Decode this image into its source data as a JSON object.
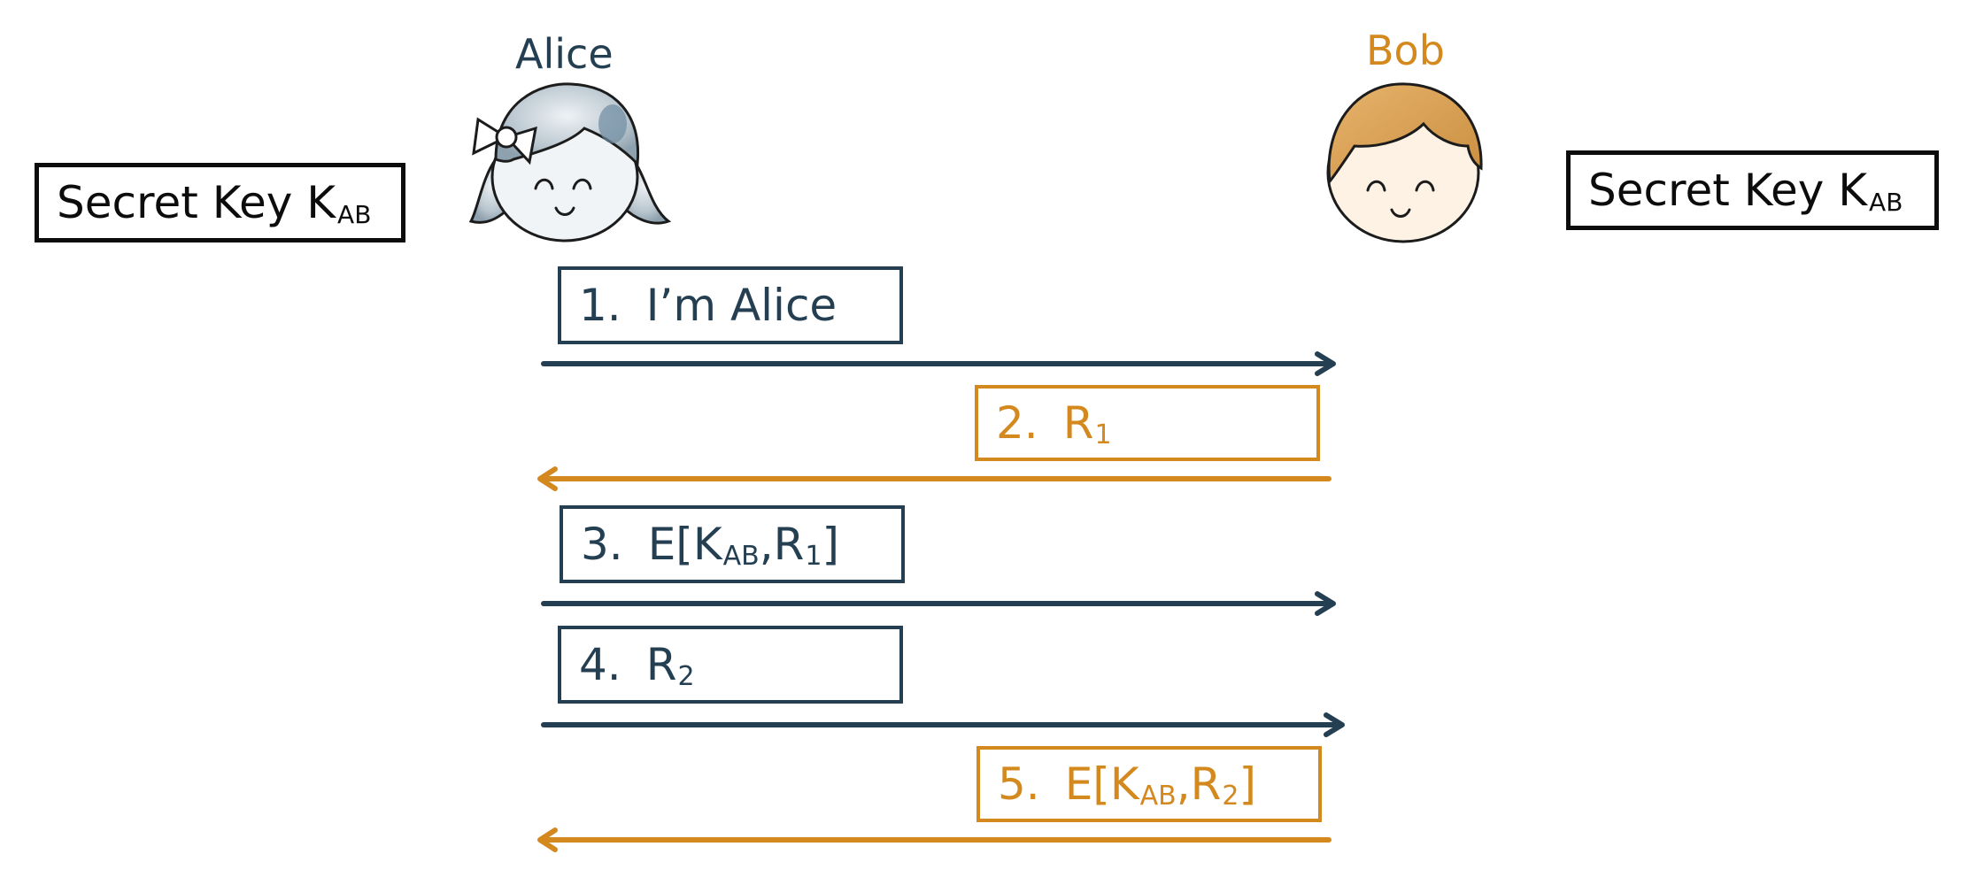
{
  "colors": {
    "alice": "#243f52",
    "bob": "#d4891f",
    "key_box_border": "#0c0c0c"
  },
  "participants": {
    "alice": {
      "name": "Alice",
      "icon": "alice-girl-face-icon"
    },
    "bob": {
      "name": "Bob",
      "icon": "bob-boy-face-icon"
    }
  },
  "shared_keys": {
    "left": {
      "text": "Secret Key K",
      "subscript": "AB"
    },
    "right": {
      "text": "Secret Key K",
      "subscript": "AB"
    }
  },
  "messages": [
    {
      "number": "1.",
      "parts": {
        "a": "I’m Alice"
      },
      "direction": "alice-to-bob",
      "sender": "alice"
    },
    {
      "number": "2.",
      "parts": {
        "a": "R",
        "a_sub": "1"
      },
      "direction": "bob-to-alice",
      "sender": "bob"
    },
    {
      "number": "3.",
      "parts": {
        "a": "E[K",
        "a_sub": "AB",
        "b": ",R",
        "b_sub": "1",
        "c": "]"
      },
      "direction": "alice-to-bob",
      "sender": "alice"
    },
    {
      "number": "4.",
      "parts": {
        "a": "R",
        "a_sub": "2"
      },
      "direction": "alice-to-bob",
      "sender": "alice"
    },
    {
      "number": "5.",
      "parts": {
        "a": "E[K",
        "a_sub": "AB",
        "b": ",R",
        "b_sub": "2",
        "c": "]"
      },
      "direction": "bob-to-alice",
      "sender": "bob"
    }
  ]
}
